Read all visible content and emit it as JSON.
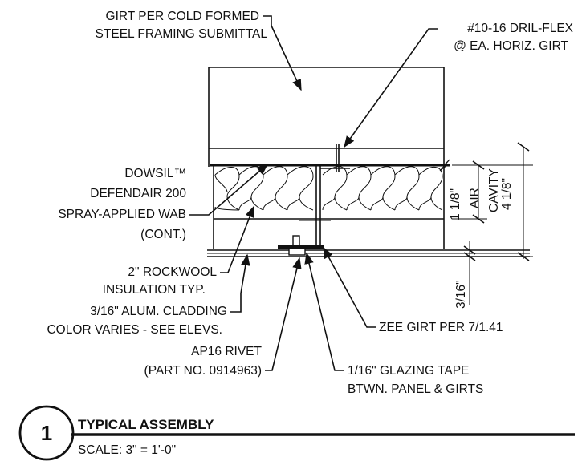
{
  "detail": {
    "number": "1",
    "title": "TYPICAL ASSEMBLY",
    "scale": "SCALE:  3\" = 1'-0\""
  },
  "callouts": {
    "girt": [
      "GIRT PER COLD FORMED",
      "STEEL FRAMING SUBMITTAL"
    ],
    "fastener": [
      "#10-16 DRIL-FLEX",
      "@ EA. HORIZ. GIRT"
    ],
    "wab": [
      "DOWSIL™",
      "DEFENDAIR 200",
      "SPRAY-APPLIED WAB",
      "(CONT.)"
    ],
    "insulation": [
      "2\" ROCKWOOL",
      "INSULATION TYP."
    ],
    "cladding": [
      "3/16\" ALUM. CLADDING",
      "COLOR VARIES - SEE ELEVS."
    ],
    "zee": [
      "ZEE GIRT PER 7/1.41"
    ],
    "rivet": [
      "AP16 RIVET",
      "(PART NO. 0914963)"
    ],
    "tape": [
      "1/16\" GLAZING TAPE",
      "BTWN. PANEL & GIRTS"
    ]
  },
  "dimensions": {
    "air_cavity": [
      "1 1/8\"",
      "AIR",
      "CAVITY"
    ],
    "overall": "4 1/8\"",
    "cladding": "3/16\""
  }
}
